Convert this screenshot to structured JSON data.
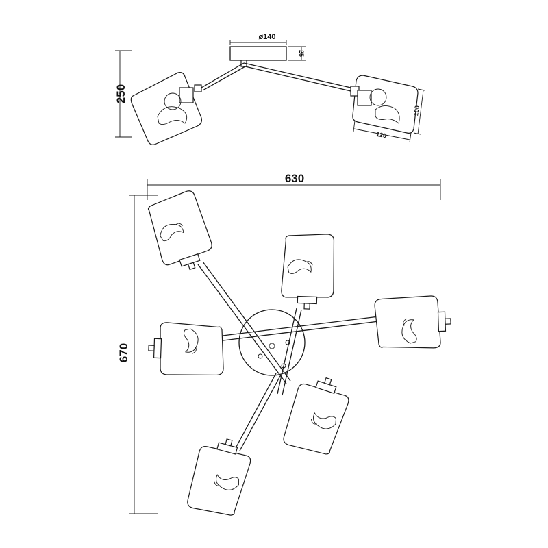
{
  "side_view": {
    "height_label": "250",
    "canopy_diameter_label": "ø140",
    "canopy_height_label": "25",
    "shade_height_label": "100",
    "shade_width_label": "120"
  },
  "top_view": {
    "width_label": "630",
    "depth_label": "670"
  }
}
